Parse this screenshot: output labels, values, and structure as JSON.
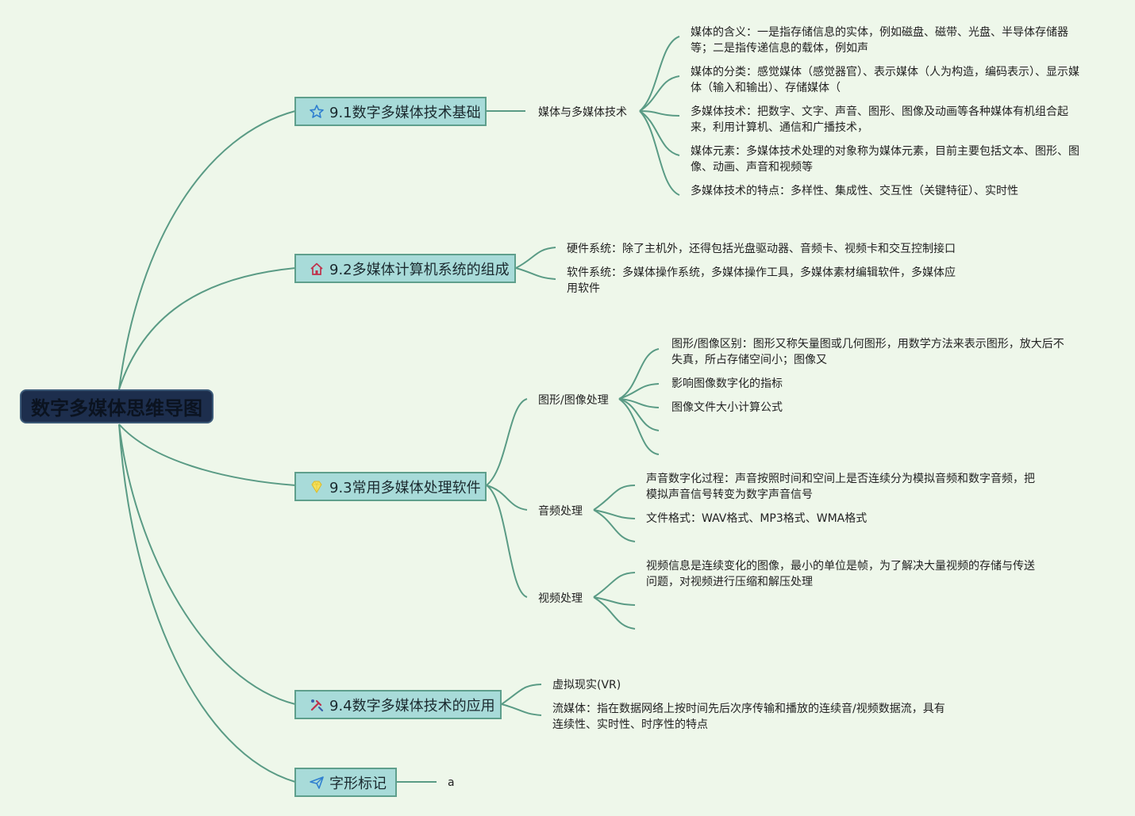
{
  "root": {
    "label": "数字多媒体思维导图"
  },
  "topics": [
    {
      "label": "9.1数字多媒体技术基础",
      "icon": "star-icon"
    },
    {
      "label": "9.2多媒体计算机系统的组成",
      "icon": "house-icon"
    },
    {
      "label": "9.3常用多媒体处理软件",
      "icon": "diamond-icon"
    },
    {
      "label": "9.4数字多媒体技术的应用",
      "icon": "tools-icon"
    },
    {
      "label": "字形标记",
      "icon": "paper-plane-icon"
    }
  ],
  "t1": {
    "sub": "媒体与多媒体技术",
    "leaves": [
      "媒体的含义：一是指存储信息的实体，例如磁盘、磁带、光盘、半导体存储器等；二是指传递信息的载体，例如声",
      "媒体的分类：感觉媒体（感觉器官）、表示媒体（人为构造，编码表示）、显示媒体（输入和输出）、存储媒体（",
      "多媒体技术：把数字、文字、声音、图形、图像及动画等各种媒体有机组合起来，利用计算机、通信和广播技术，",
      "媒体元素：多媒体技术处理的对象称为媒体元素，目前主要包括文本、图形、图像、动画、声音和视频等",
      "多媒体技术的特点：多样性、集成性、交互性（关键特征）、实时性"
    ]
  },
  "t2": {
    "leaves": [
      "硬件系统：除了主机外，还得包括光盘驱动器、音频卡、视频卡和交互控制接口",
      "软件系统：多媒体操作系统，多媒体操作工具，多媒体素材编辑软件，多媒体应用软件"
    ]
  },
  "t3": {
    "image": {
      "sub": "图形/图像处理",
      "leaves": [
        "图形/图像区别：图形又称矢量图或几何图形，用数学方法来表示图形，放大后不失真，所占存储空间小；图像又",
        "影响图像数字化的指标",
        "图像文件大小计算公式"
      ]
    },
    "audio": {
      "sub": "音频处理",
      "leaves": [
        "声音数字化过程：声音按照时间和空间上是否连续分为模拟音频和数字音频，把模拟声音信号转变为数字声音信号",
        "文件格式：WAV格式、MP3格式、WMA格式"
      ]
    },
    "video": {
      "sub": "视频处理",
      "leaves": [
        "视频信息是连续变化的图像，最小的单位是帧，为了解决大量视频的存储与传送问题，对视频进行压缩和解压处理"
      ]
    }
  },
  "t4": {
    "leaves": [
      "虚拟现实(VR)",
      "流媒体：指在数据网络上按时间先后次序传输和播放的连续音/视频数据流，具有连续性、实时性、时序性的特点"
    ]
  },
  "t5": {
    "leaves": [
      "a"
    ]
  }
}
